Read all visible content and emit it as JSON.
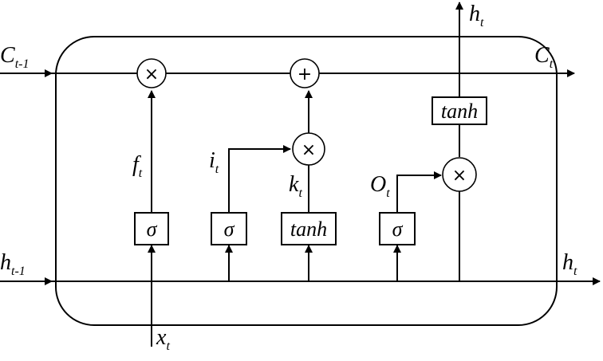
{
  "labels": {
    "c_prev": {
      "main": "C",
      "sub": "t-1"
    },
    "c_out": {
      "main": "C",
      "sub": "t"
    },
    "h_prev": {
      "main": "h",
      "sub": "t-1"
    },
    "h_out_right": {
      "main": "h",
      "sub": "t"
    },
    "h_out_top": {
      "main": "h",
      "sub": "t"
    },
    "x_in": {
      "main": "x",
      "sub": "t"
    },
    "f_gate": {
      "main": "f",
      "sub": "t"
    },
    "i_gate": {
      "main": "i",
      "sub": "t"
    },
    "k_gate": {
      "main": "k",
      "sub": "t"
    },
    "o_gate": {
      "main": "O",
      "sub": "t"
    }
  },
  "blocks": {
    "sigma_forget": "σ",
    "sigma_input": "σ",
    "tanh_candidate": "tanh",
    "sigma_output": "σ",
    "tanh_cell": "tanh"
  },
  "operators": {
    "forget_multiply": "×",
    "cell_add": "+",
    "input_multiply": "×",
    "output_multiply": "×"
  }
}
